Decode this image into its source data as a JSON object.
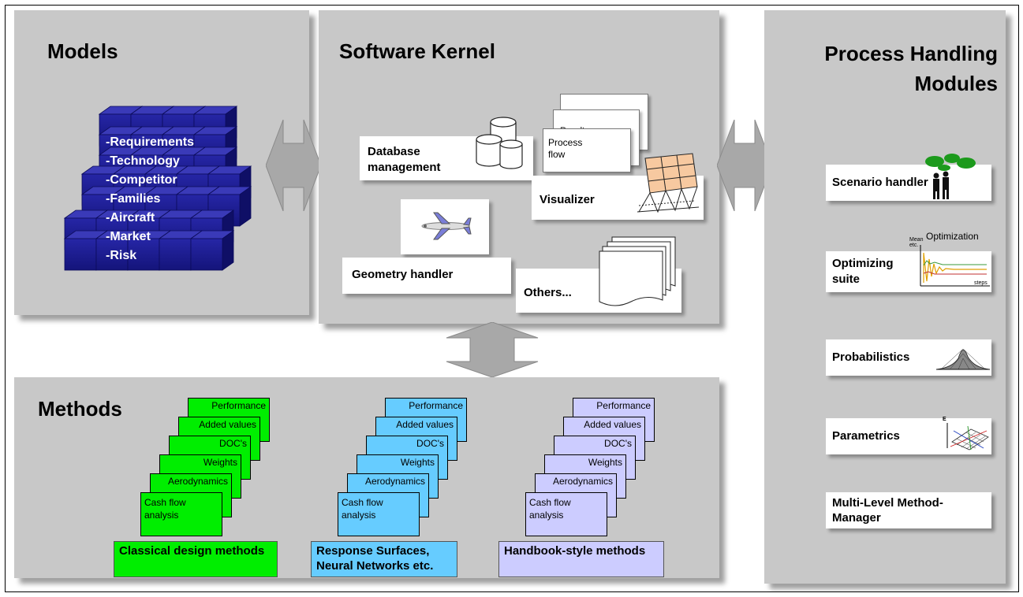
{
  "models": {
    "title": "Models",
    "items": [
      "-Requirements",
      "-Technology",
      "-Competitor",
      "-Families",
      "-Aircraft",
      "-Market",
      "-Risk"
    ]
  },
  "kernel": {
    "title": "Software Kernel",
    "database_label": "Database management",
    "docs_top": "...",
    "docs_mid": "Results",
    "docs_front": "Process flow",
    "visualizer_label": "Visualizer",
    "geometry_label": "Geometry handler",
    "others_label": "Others..."
  },
  "methods": {
    "title": "Methods",
    "stack_items": [
      "Performance",
      "Added values",
      "DOC's",
      "Weights",
      "Aerodynamics",
      "Cash flow analysis"
    ],
    "groups": [
      {
        "label": "Classical design methods",
        "color": "#00ee00"
      },
      {
        "label": "Response Surfaces, Neural Networks etc.",
        "color": "#66ccff"
      },
      {
        "label": "Handbook-style methods",
        "color": "#ccccff"
      }
    ]
  },
  "process": {
    "title": "Process Handling Modules",
    "modules": [
      {
        "label": "Scenario handler"
      },
      {
        "label": "Optimizing suite",
        "note": "Optimization",
        "note2": "Mean etc.",
        "axis": "steps"
      },
      {
        "label": "Probabilistics"
      },
      {
        "label": "Parametrics",
        "axis": "E"
      },
      {
        "label": "Multi-Level Method-Manager"
      }
    ]
  },
  "colors": {
    "panel": "#c8c8c8",
    "cube_blue": "#1a1a8c",
    "arrow_gray": "#a8a8a8"
  }
}
